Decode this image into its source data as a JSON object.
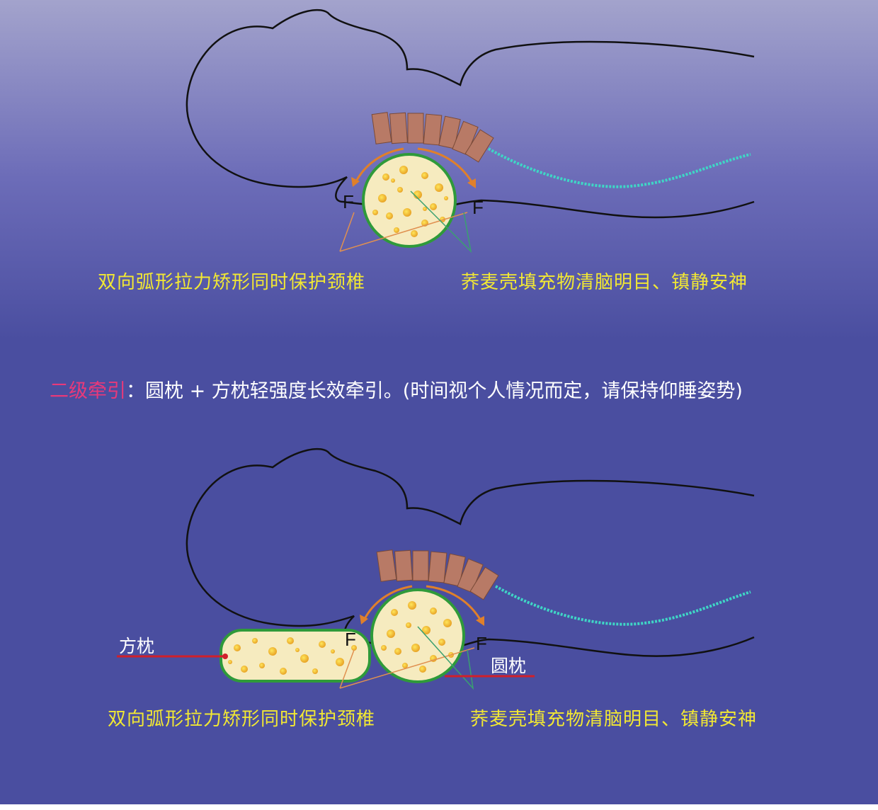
{
  "colors": {
    "background_top": "#a3a3cc",
    "background_bottom": "#4a4ea0",
    "caption_yellow": "#f2e833",
    "accent_pink": "#e8397a",
    "label_line_red": "#d0202a",
    "pillow_outline_green": "#2f9a3a",
    "pillow_fill": "#f6ebbf",
    "spinal_cord_cyan": "#3fd6c6",
    "vertebra_brown": "#b87a66",
    "force_arrow_orange": "#e0802a"
  },
  "top_diagram": {
    "force_label_left": "F",
    "force_label_right": "F",
    "caption_left": "双向弧形拉力矫形同时保护颈椎",
    "caption_right": "荞麦壳填充物清脑明目、镇静安神"
  },
  "middle_text": {
    "accent": "二级牵引",
    "body": "：圆枕 + 方枕轻强度长效牵引。(时间视个人情况而定，请保持仰睡姿势)"
  },
  "bottom_diagram": {
    "force_label_left": "F",
    "force_label_right": "F",
    "label_square_pillow": "方枕",
    "label_round_pillow": "圆枕",
    "caption_left": "双向弧形拉力矫形同时保护颈椎",
    "caption_right": "荞麦壳填充物清脑明目、镇静安神"
  }
}
